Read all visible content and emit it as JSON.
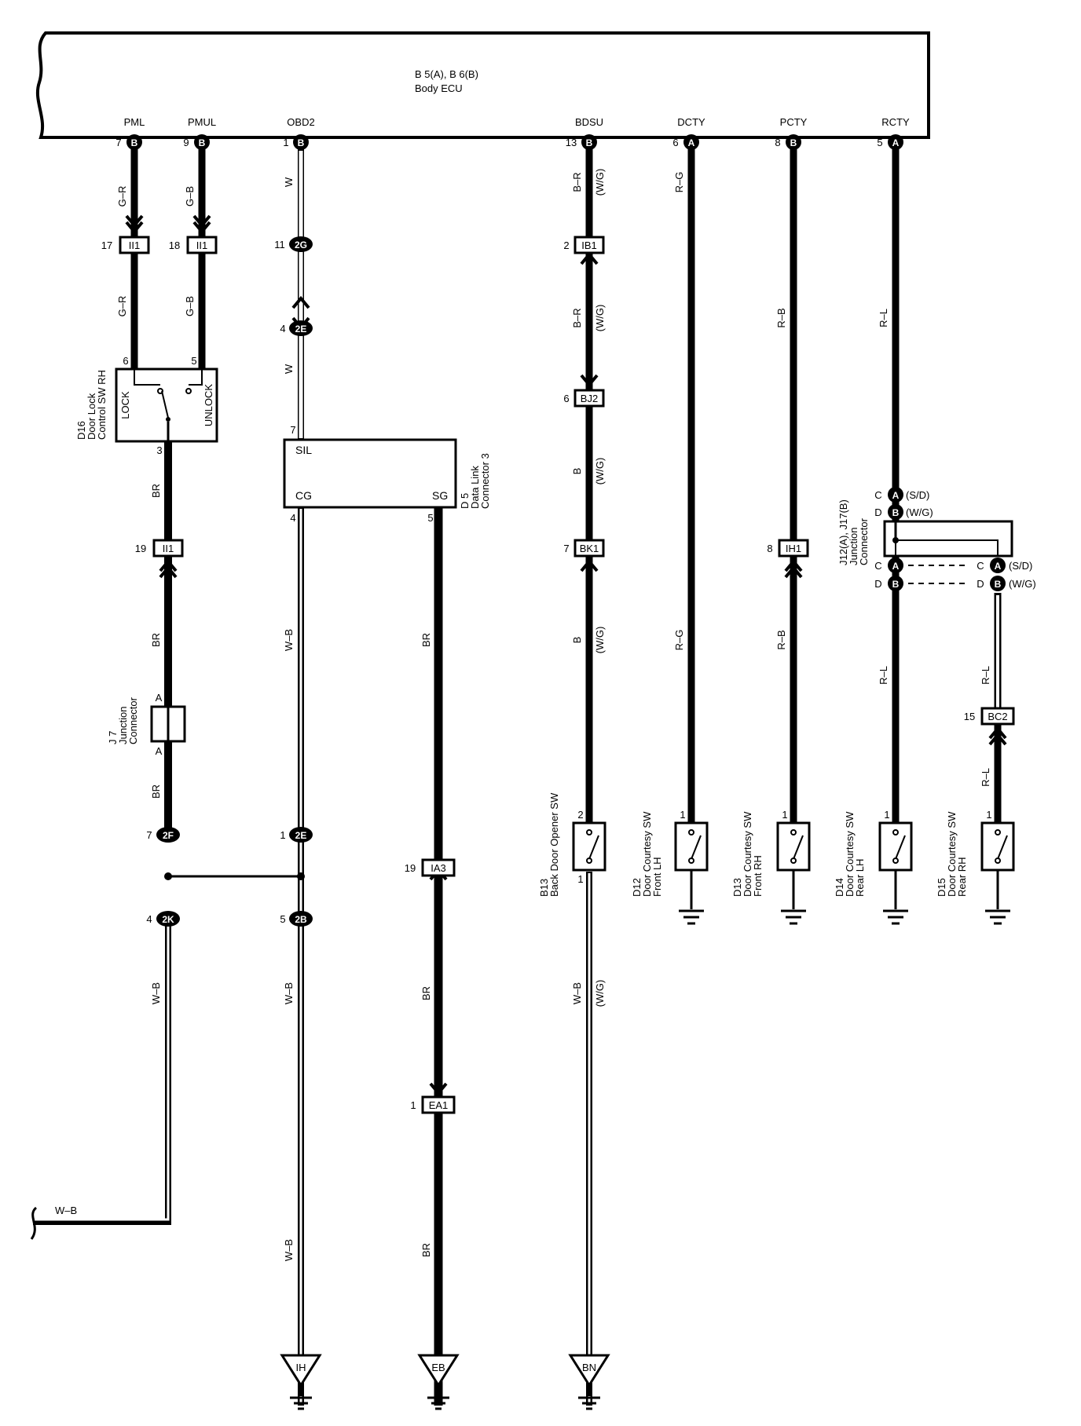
{
  "ecu": {
    "title_line1": "B 5(A), B 6(B)",
    "title_line2": "Body ECU"
  },
  "ecu_terminals": [
    {
      "id": "pml",
      "name": "PML",
      "pin": "7",
      "connector": "B"
    },
    {
      "id": "pmul",
      "name": "PMUL",
      "pin": "9",
      "connector": "B"
    },
    {
      "id": "obd2",
      "name": "OBD2",
      "pin": "1",
      "connector": "B"
    },
    {
      "id": "bdsu",
      "name": "BDSU",
      "pin": "13",
      "connector": "B"
    },
    {
      "id": "dcty",
      "name": "DCTY",
      "pin": "6",
      "connector": "A"
    },
    {
      "id": "pcty",
      "name": "PCTY",
      "pin": "8",
      "connector": "B"
    },
    {
      "id": "rcty",
      "name": "RCTY",
      "pin": "5",
      "connector": "A"
    }
  ],
  "wire_colors": {
    "gr": "G–R",
    "gb": "G–B",
    "w": "W",
    "br": "BR",
    "wb": "W–B",
    "brwg": "B–R",
    "wg": "(W/G)",
    "sd": "(S/D)",
    "b": "B",
    "rg": "R–G",
    "rb": "R–B",
    "rl": "R–L"
  },
  "connectors": {
    "ii1": "II1",
    "ib1": "IB1",
    "bj2": "BJ2",
    "bk1": "BK1",
    "ih1": "IH1",
    "bc2": "BC2",
    "ia3": "IA3",
    "ea1": "EA1",
    "c2g": "2G",
    "c2e": "2E",
    "c2f": "2F",
    "c2k": "2K",
    "c2b": "2B"
  },
  "pins": {
    "p17": "17",
    "p18": "18",
    "p19": "19",
    "p11": "11",
    "p4": "4",
    "p2": "2",
    "p6": "6",
    "p7": "7",
    "p8": "8",
    "p15": "15",
    "p1": "1",
    "p5": "5",
    "p3": "3"
  },
  "letters": {
    "a": "A",
    "b": "B",
    "c": "C",
    "d": "D"
  },
  "components": {
    "d16": {
      "id": "D16",
      "line1": "Door Lock",
      "line2": "Control SW RH",
      "lock": "LOCK",
      "unlock": "UNLOCK"
    },
    "d5": {
      "id": "D 5",
      "line1": "Data Link",
      "line2": "Connector 3",
      "sil": "SIL",
      "cg": "CG",
      "sg": "SG"
    },
    "j7": {
      "id": "J 7",
      "line1": "Junction",
      "line2": "Connector"
    },
    "j12": {
      "id": "J12(A), J17(B)",
      "line1": "Junction",
      "line2": "Connector"
    },
    "b13": {
      "id": "B13",
      "line1": "Back Door Opener SW"
    },
    "d12": {
      "id": "D12",
      "line1": "Door Courtesy SW",
      "line2": "Front LH"
    },
    "d13": {
      "id": "D13",
      "line1": "Door Courtesy SW",
      "line2": "Front RH"
    },
    "d14": {
      "id": "D14",
      "line1": "Door Courtesy SW",
      "line2": "Rear LH"
    },
    "d15": {
      "id": "D15",
      "line1": "Door Courtesy SW",
      "line2": "Rear RH"
    }
  },
  "grounds": {
    "ih": "IH",
    "eb": "EB",
    "bn": "BN"
  }
}
